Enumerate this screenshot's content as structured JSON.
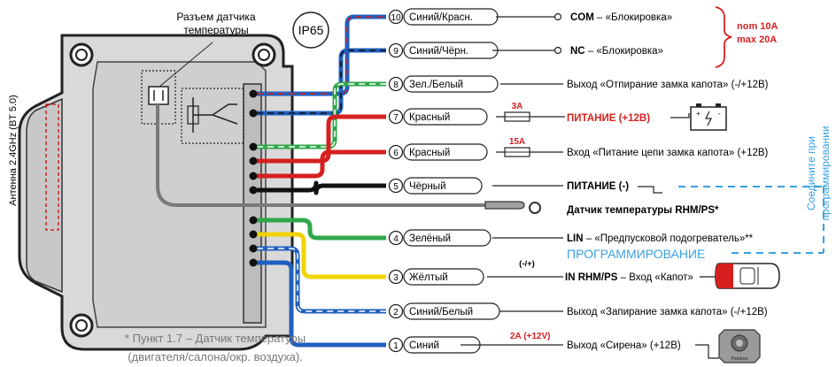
{
  "module": {
    "sensor_label_line1": "Разъем датчика",
    "sensor_label_line2": "температуры",
    "ip_rating": "IP65",
    "antenna_label": "Антенна 2.4GHz (BT 5.0)"
  },
  "pins": [
    {
      "num": "10",
      "label": "Синий/Красн.",
      "stripe": [
        "#1f5fbf",
        "#d62020"
      ]
    },
    {
      "num": "9",
      "label": "Синий/Чёрн.",
      "stripe": [
        "#1f5fbf",
        "#111111"
      ]
    },
    {
      "num": "8",
      "label": "Зел./Белый",
      "stripe": [
        "#2fa84a",
        "#ffffff"
      ]
    },
    {
      "num": "7",
      "label": "Красный",
      "stripe": [
        "#d62020"
      ]
    },
    {
      "num": "6",
      "label": "Красный",
      "stripe": [
        "#d62020"
      ]
    },
    {
      "num": "5",
      "label": "Чёрный",
      "stripe": [
        "#111111"
      ]
    },
    {
      "num": "4",
      "label": "Зелёный",
      "stripe": [
        "#2fa84a"
      ]
    },
    {
      "num": "3",
      "label": "Жёлтый",
      "stripe": [
        "#f0d400"
      ]
    },
    {
      "num": "2",
      "label": "Синий/Белый",
      "stripe": [
        "#1f5fbf",
        "#ffffff"
      ]
    },
    {
      "num": "1",
      "label": "Синий",
      "stripe": [
        "#1f5fbf"
      ]
    }
  ],
  "outputs": {
    "com_bold": "COM",
    "com_rest": " – «Блокировка»",
    "nc_bold": "NC",
    "nc_rest": " – «Блокировка»",
    "nom": "nom 10A",
    "max": "max 20A",
    "hood_unlock": "Выход «Отпирание замка капота» (-/+12В)",
    "fuse_3a": "3A",
    "power_plus": "ПИТАНИЕ (+12В)",
    "fuse_15a": "15A",
    "hood_lock_power": "Вход «Питание цепи замка капота» (+12В)",
    "power_minus": "ПИТАНИЕ (-)",
    "temp_sensor": "Датчик температуры RHM/PS*",
    "lin_bold": "LIN",
    "lin_rest": " – «Предпусковой подогреватель»**",
    "programming": "ПРОГРАММИРОВАНИЕ",
    "programming_side_1": "Соедините при",
    "programming_side_2": "программировании",
    "in_polarity": "(-/+)",
    "in_bold": "IN RHM/PS",
    "in_rest": " – Вход «Капот»",
    "hood_lock_out": "Выход «Запирание замка капота» (-/+12В)",
    "siren_current": "2A (+12V)",
    "siren": "Выход «Сирена» (+12В)",
    "siren_brand": "Pandora"
  },
  "footnote": {
    "line1": "* Пункт 1.7 – Датчик температуры",
    "line2": "(двигателя/салона/окр. воздуха)."
  },
  "colors": {
    "blue": "#1f5fbf",
    "red": "#d62020",
    "green": "#2fa84a",
    "yellow": "#f0d400",
    "black": "#111111",
    "dash_blue": "#3aa0e0",
    "module_gray": "#d9d9d9"
  }
}
